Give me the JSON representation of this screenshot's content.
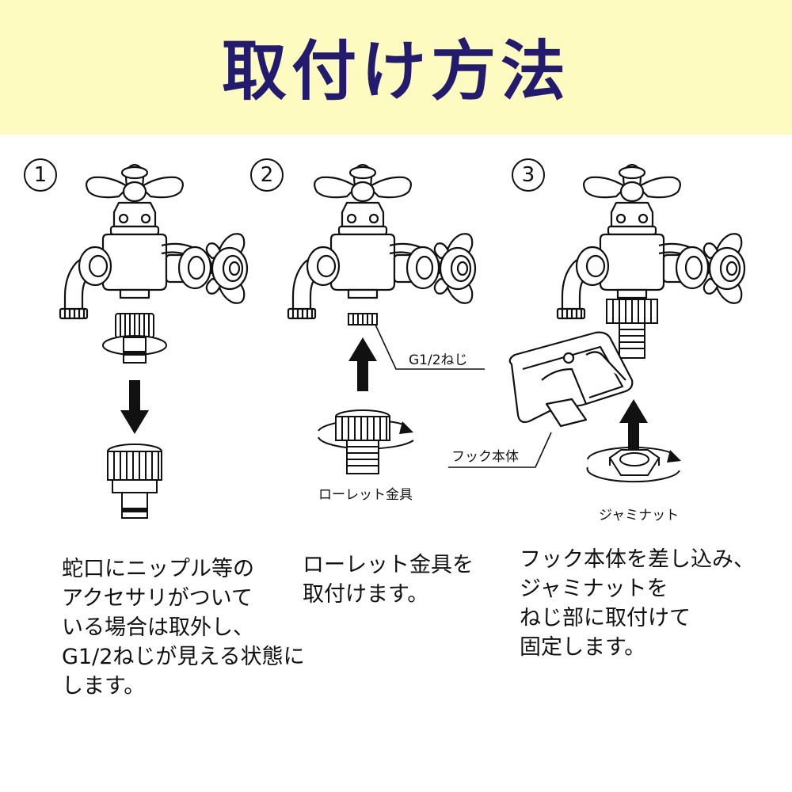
{
  "title": "取付け方法",
  "steps": [
    {
      "number": "1",
      "labels": [],
      "description": [
        "蛇口にニップル等の",
        "アクセサリがついて",
        "いる場合は取外し、",
        "G1/2ねじが見える状態に",
        "します。"
      ]
    },
    {
      "number": "2",
      "labels": [
        "G1/2ねじ",
        "ローレット金具"
      ],
      "description": [
        "ローレット金具を",
        "取付けます。"
      ]
    },
    {
      "number": "3",
      "labels": [
        "フック本体",
        "ジャミナット"
      ],
      "description": [
        "フック本体を差し込み、",
        "ジャミナットを",
        "ねじ部に取付けて",
        "固定します。"
      ]
    }
  ],
  "colors": {
    "header_bg": "#fdfbbf",
    "title": "#221b6e",
    "line": "#111111"
  }
}
